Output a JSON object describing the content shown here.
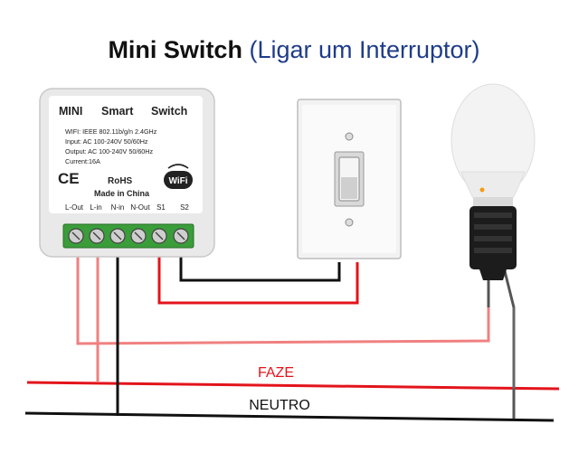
{
  "title": {
    "main": "Mini Switch",
    "sub": "(Ligar um Interruptor)"
  },
  "module": {
    "header": [
      "MINI",
      "Smart",
      "Switch"
    ],
    "specs": [
      "WIFI: IEEE 802.11b/g/n 2.4GHz",
      "Input: AC 100-240V 50/60Hz",
      "Output: AC 100-240V 50/60Hz",
      "Current:16A"
    ],
    "ce_mark": "CE",
    "rohs": "RoHS",
    "made_in": "Made in China",
    "wifi_logo": "WiFi",
    "terminals": [
      "L-Out",
      "L-in",
      "N-in",
      "N-Out",
      "S1",
      "S2"
    ]
  },
  "lines": {
    "phase": "FAZE",
    "neutral": "NEUTRO"
  },
  "colors": {
    "phase": "#e3141b",
    "phase_light": "#f08080",
    "neutral": "#111111",
    "title_accent": "#1f3c8a",
    "terminal": "#3a9d3a"
  }
}
